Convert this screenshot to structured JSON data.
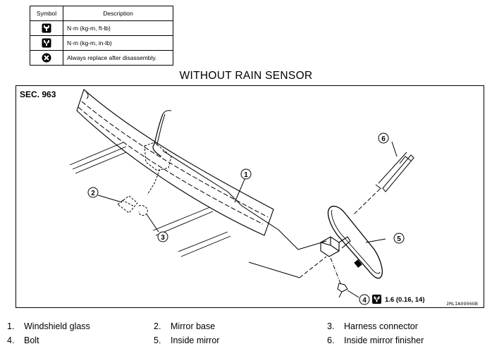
{
  "symbol_table": {
    "headers": {
      "symbol": "Symbol",
      "description": "Description"
    },
    "rows": [
      {
        "icon": "torque-wrench-icon",
        "description": "N·m (kg-m, ft-lb)"
      },
      {
        "icon": "torque-wrench-small-icon",
        "description": "N·m (kg-m, in-lb)"
      },
      {
        "icon": "always-replace-icon",
        "description": "Always replace after disassembly."
      }
    ]
  },
  "title": "WITHOUT RAIN SENSOR",
  "diagram": {
    "section": "SEC. 963",
    "callouts": [
      "1",
      "2",
      "3",
      "4",
      "5",
      "6"
    ],
    "torque_spec": "1.6 (0.16, 14)",
    "figure_code": "JMLIA0906GB"
  },
  "legend": [
    {
      "number": "1.",
      "label": "Windshield glass"
    },
    {
      "number": "2.",
      "label": "Mirror base"
    },
    {
      "number": "3.",
      "label": "Harness connector"
    },
    {
      "number": "4.",
      "label": "Bolt"
    },
    {
      "number": "5.",
      "label": "Inside mirror"
    },
    {
      "number": "6.",
      "label": "Inside mirror finisher"
    }
  ]
}
